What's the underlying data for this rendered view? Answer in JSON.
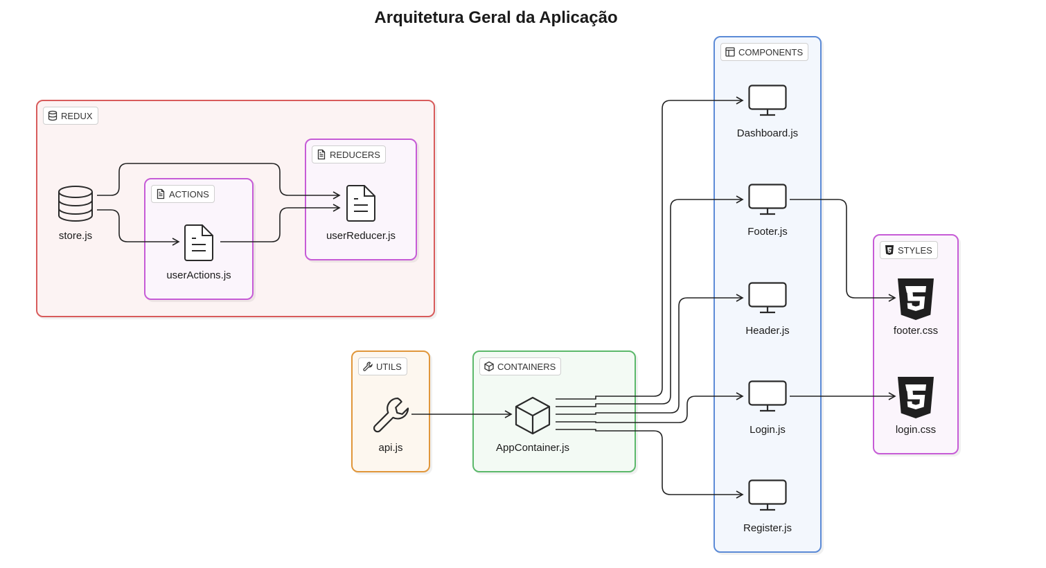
{
  "title": "Arquitetura Geral da Aplicação",
  "groups": {
    "redux": {
      "label": "REDUX",
      "color": "#d85b5b",
      "fill": "#fcf3f3"
    },
    "actions": {
      "label": "ACTIONS",
      "color": "#c65bd6",
      "fill": "#fbf5fc"
    },
    "reducers": {
      "label": "REDUCERS",
      "color": "#c65bd6",
      "fill": "#fbf5fc"
    },
    "components": {
      "label": "COMPONENTS",
      "color": "#5b8ad6",
      "fill": "#f3f7fd"
    },
    "styles": {
      "label": "STYLES",
      "color": "#c65bd6",
      "fill": "#fbf5fc"
    },
    "utils": {
      "label": "UTILS",
      "color": "#e0963a",
      "fill": "#fdf7ef"
    },
    "containers": {
      "label": "CONTAINERS",
      "color": "#5bb86a",
      "fill": "#f3faf4"
    }
  },
  "nodes": {
    "store": {
      "label": "store.js",
      "icon": "database-icon"
    },
    "userActions": {
      "label": "userActions.js",
      "icon": "file-text-icon"
    },
    "userReducer": {
      "label": "userReducer.js",
      "icon": "file-text-icon"
    },
    "dashboard": {
      "label": "Dashboard.js",
      "icon": "monitor-icon"
    },
    "footer": {
      "label": "Footer.js",
      "icon": "monitor-icon"
    },
    "header": {
      "label": "Header.js",
      "icon": "monitor-icon"
    },
    "login": {
      "label": "Login.js",
      "icon": "monitor-icon"
    },
    "register": {
      "label": "Register.js",
      "icon": "monitor-icon"
    },
    "footerCss": {
      "label": "footer.css",
      "icon": "css3-icon"
    },
    "loginCss": {
      "label": "login.css",
      "icon": "css3-icon"
    },
    "api": {
      "label": "api.js",
      "icon": "wrench-icon"
    },
    "appContainer": {
      "label": "AppContainer.js",
      "icon": "box-icon"
    }
  },
  "edges": [
    {
      "from": "store.js",
      "to": "userReducer.js"
    },
    {
      "from": "store.js",
      "to": "userActions.js"
    },
    {
      "from": "userActions.js",
      "to": "userReducer.js"
    },
    {
      "from": "api.js",
      "to": "AppContainer.js"
    },
    {
      "from": "AppContainer.js",
      "to": "Dashboard.js"
    },
    {
      "from": "AppContainer.js",
      "to": "Footer.js"
    },
    {
      "from": "AppContainer.js",
      "to": "Header.js"
    },
    {
      "from": "AppContainer.js",
      "to": "Login.js"
    },
    {
      "from": "AppContainer.js",
      "to": "Register.js"
    },
    {
      "from": "Footer.js",
      "to": "footer.css"
    },
    {
      "from": "Login.js",
      "to": "login.css"
    }
  ]
}
